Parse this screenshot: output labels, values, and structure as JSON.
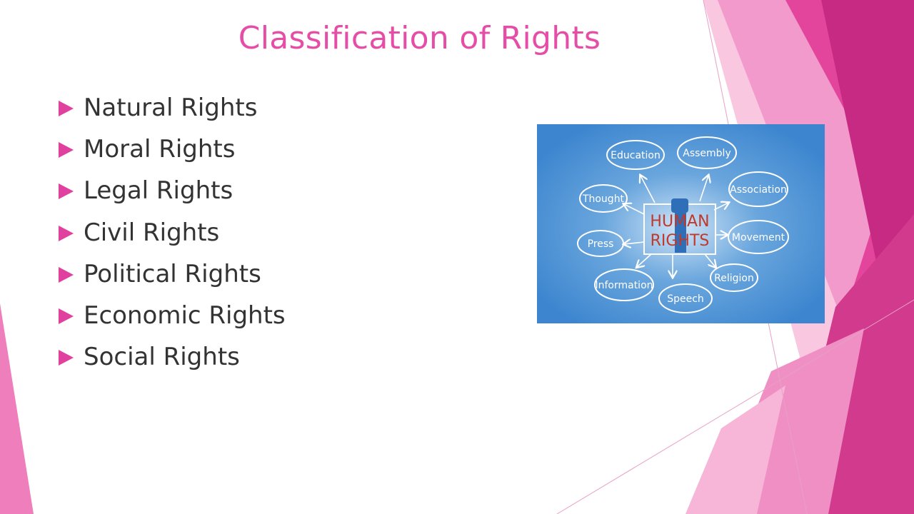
{
  "slide": {
    "title": "Classification of Rights",
    "bullets": [
      "Natural Rights",
      "Moral Rights",
      "Legal Rights",
      "Civil Rights",
      "Political Rights",
      "Economic Rights",
      "Social Rights"
    ]
  },
  "illustration": {
    "center_text": [
      "HUMAN",
      "RIGHTS"
    ],
    "bubbles": [
      "Education",
      "Assembly",
      "Thought",
      "Association",
      "Press",
      "Movement",
      "Information",
      "Speech",
      "Religion"
    ]
  },
  "colors": {
    "accent": "#e54da7",
    "bullet_marker": "#e0409e",
    "body_text": "#333333",
    "illustration_bg": "#3d86cf",
    "center_text": "#c0392b"
  }
}
